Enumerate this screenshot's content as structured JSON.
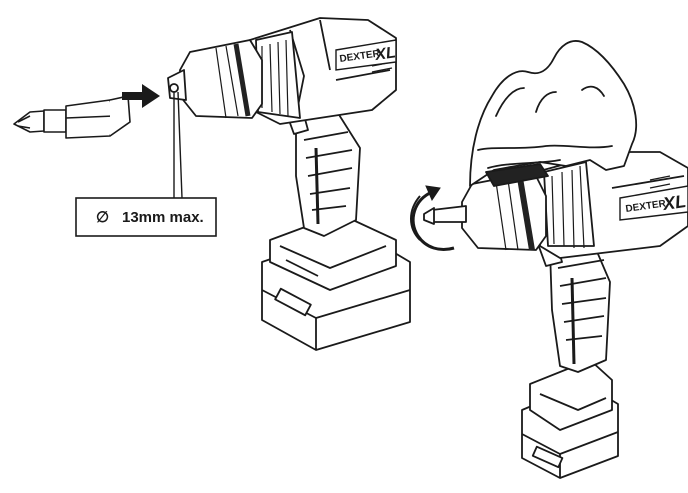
{
  "callout": {
    "diameter_symbol": "∅",
    "text": "13mm max."
  },
  "drill_left": {
    "brand": "DEXTER",
    "model": "XL"
  },
  "drill_right": {
    "brand": "DEXTER",
    "model": "XL"
  },
  "icons": [
    "screwdriver-bit-icon",
    "insert-arrow-icon",
    "rotation-arrow-icon",
    "hand-icon"
  ],
  "colors": {
    "line": "#1a1a1a",
    "fill": "#ffffff",
    "dark": "#222222"
  }
}
